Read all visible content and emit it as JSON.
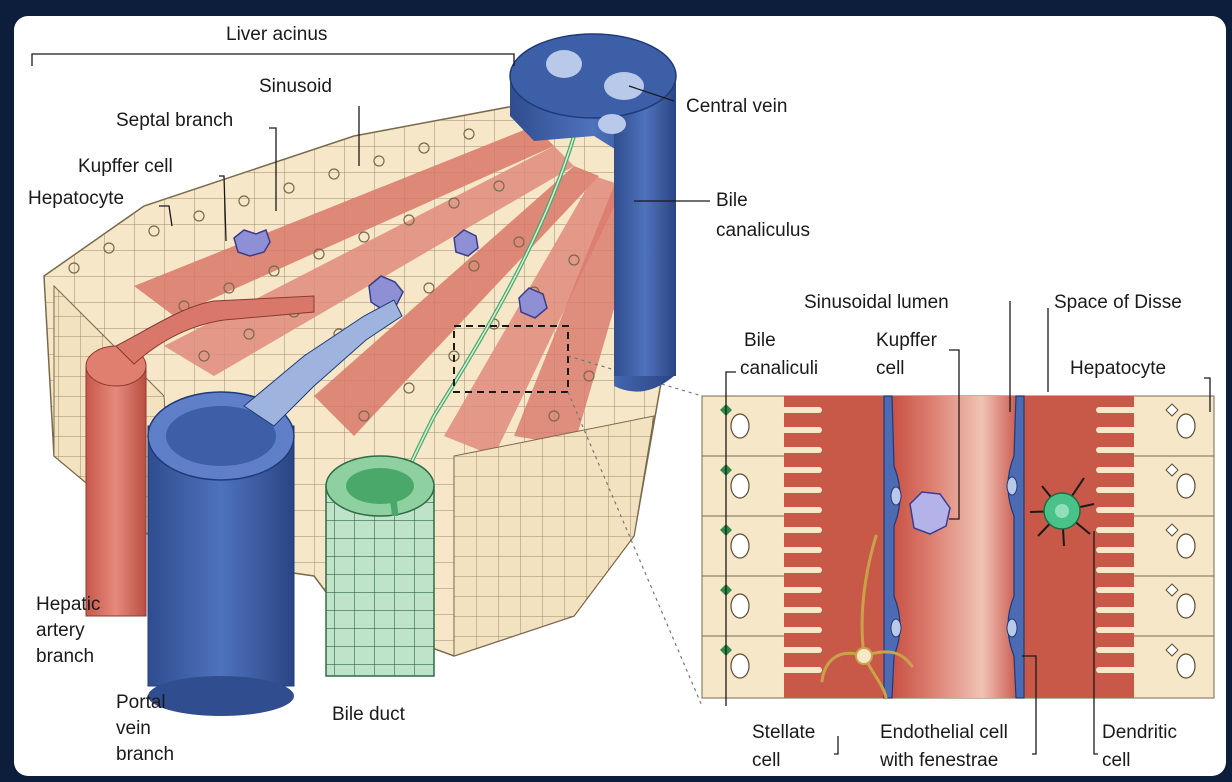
{
  "labels": {
    "liver_acinus": "Liver acinus",
    "sinusoid": "Sinusoid",
    "septal_branch": "Septal branch",
    "kupffer_cell": "Kupffer cell",
    "hepatocyte": "Hepatocyte",
    "central_vein": "Central vein",
    "bile_canaliculus_1": "Bile",
    "bile_canaliculus_2": "canaliculus",
    "hepatic_artery_1": "Hepatic",
    "hepatic_artery_2": "artery",
    "hepatic_artery_3": "branch",
    "portal_vein_1": "Portal",
    "portal_vein_2": "vein",
    "portal_vein_3": "branch",
    "bile_duct": "Bile duct",
    "sinusoidal_lumen": "Sinusoidal lumen",
    "space_of_disse": "Space of Disse",
    "bile_canaliculi_1": "Bile",
    "bile_canaliculi_2": "canaliculi",
    "kupffer_inset_1": "Kupffer",
    "kupffer_inset_2": "cell",
    "hepatocyte_inset": "Hepatocyte",
    "stellate_1": "Stellate",
    "stellate_2": "cell",
    "endothelial_1": "Endothelial cell",
    "endothelial_2": "with fenestrae",
    "dendritic_1": "Dendritic",
    "dendritic_2": "cell"
  },
  "colors": {
    "background": "#0d1d3c",
    "hepatocyte_fill": "#f6e7c8",
    "sinusoid_fill": "#d9786a",
    "vein_blue": "#3d5fa8",
    "artery_red": "#d96a5c",
    "bile_green": "#49a86a",
    "kupffer_purple": "#8f8fd6"
  }
}
